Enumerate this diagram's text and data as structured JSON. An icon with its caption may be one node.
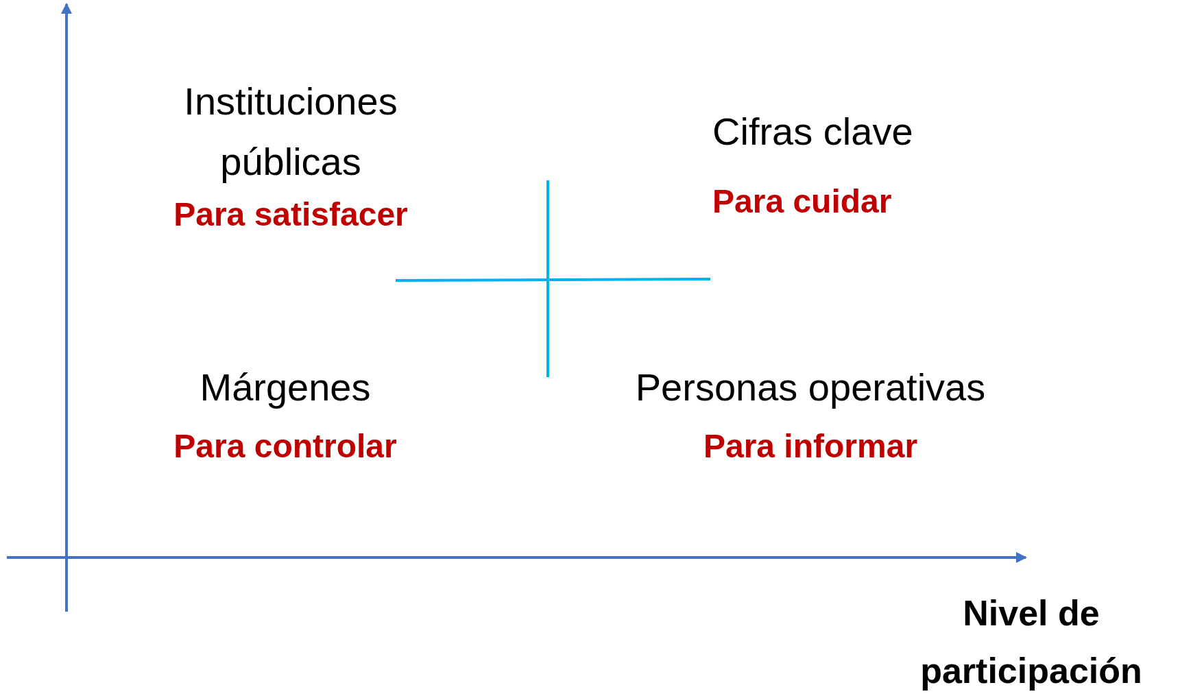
{
  "diagram": {
    "labels": [
      "Instituciones públicas",
      "Para satisfacer",
      "Cifras clave",
      "Para cuidar",
      "Márgenes",
      "Para controlar",
      "Personas operativas",
      "Para informar",
      "Nivel de participación"
    ]
  }
}
